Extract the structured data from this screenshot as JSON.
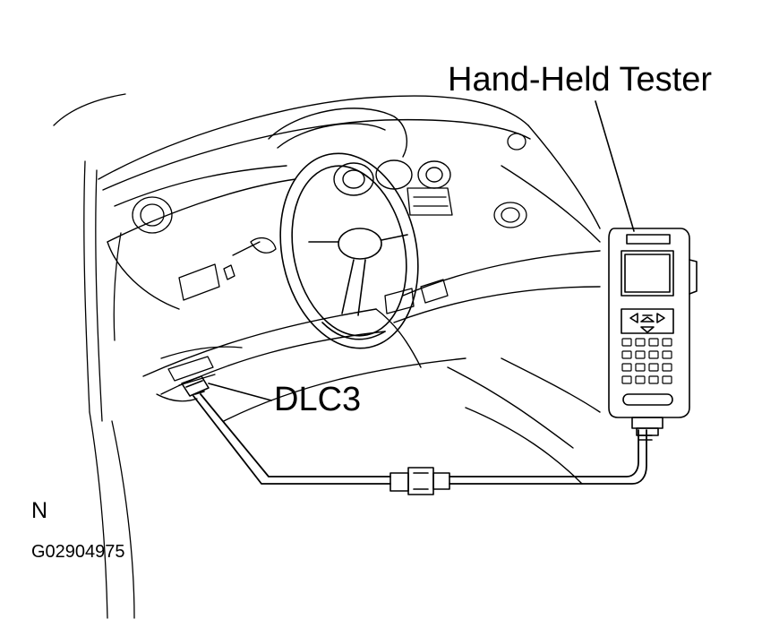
{
  "labels": {
    "hand_held_tester": "Hand-Held Tester",
    "dlc3": "DLC3",
    "view_mark": "N",
    "figure_code": "G02904975"
  }
}
